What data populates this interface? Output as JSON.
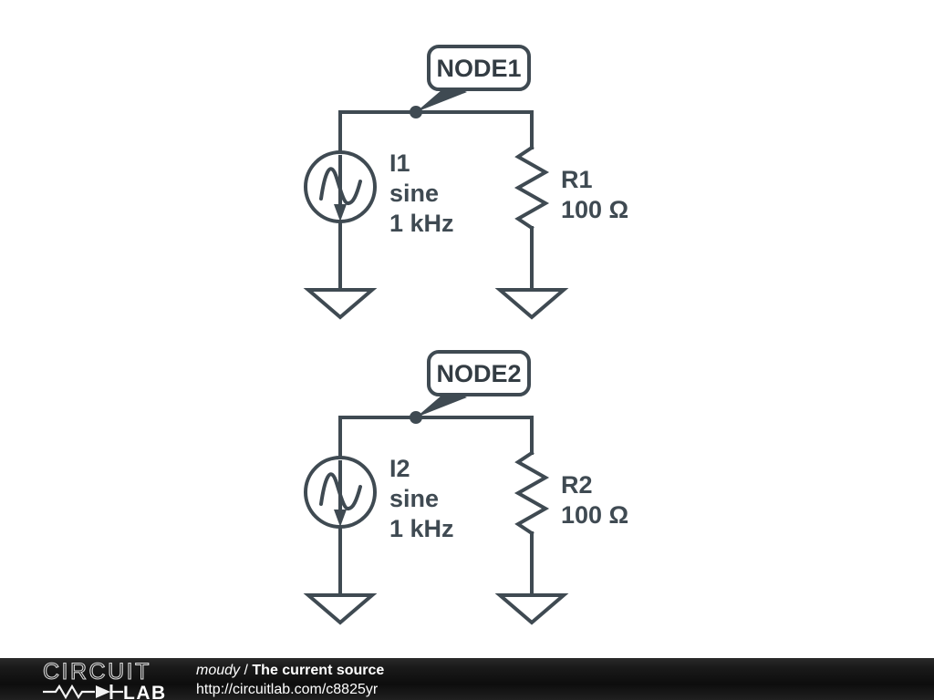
{
  "schematic": {
    "title": "The current source",
    "wire_color": "#3f4a52",
    "background": "#ffffff",
    "circuits": [
      {
        "node_label": "NODE1",
        "source": {
          "name": "I1",
          "type": "sine",
          "frequency": "1 kHz",
          "symbol": "current-source-icon"
        },
        "resistor": {
          "name": "R1",
          "value": "100 Ω",
          "symbol": "resistor-icon"
        },
        "grounds": [
          "ground-icon",
          "ground-icon"
        ]
      },
      {
        "node_label": "NODE2",
        "source": {
          "name": "I2",
          "type": "sine",
          "frequency": "1 kHz",
          "symbol": "current-source-icon"
        },
        "resistor": {
          "name": "R2",
          "value": "100 Ω",
          "symbol": "resistor-icon"
        },
        "grounds": [
          "ground-icon",
          "ground-icon"
        ]
      }
    ]
  },
  "footer": {
    "background": "#151515",
    "logo": {
      "word1": "CIRCUIT",
      "word2": "LAB",
      "symbols": [
        "resistor-icon",
        "diode-icon"
      ]
    },
    "author": "moudy",
    "separator": "/",
    "project_title": "The current source",
    "url": "http://circuitlab.com/c8825yr"
  }
}
